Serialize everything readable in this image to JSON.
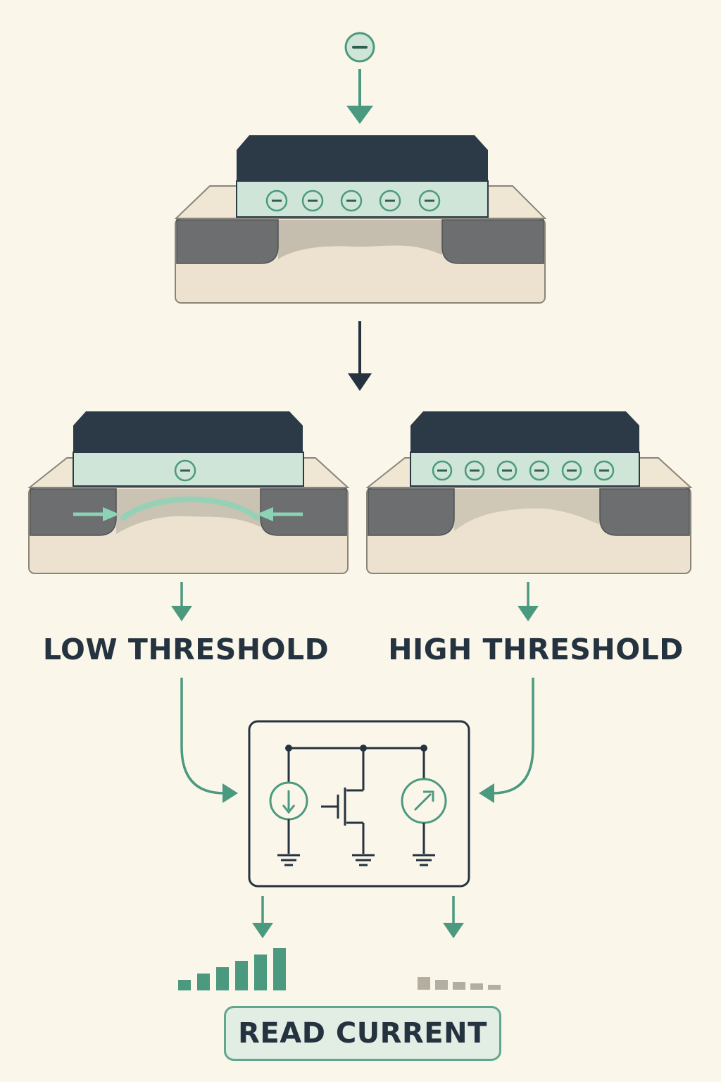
{
  "labels": {
    "low_threshold": "LOW THRESHOLD",
    "high_threshold": "HIGH THRESHOLD",
    "read_current": "READ CURRENT"
  },
  "icons": {
    "electron": "minus-circle-icon",
    "current_source": "current-source-icon",
    "meter": "ammeter-icon",
    "transistor": "transistor-icon",
    "ground": "ground-icon"
  },
  "read_current": {
    "low_threshold_level": [
      1,
      2,
      3,
      4,
      5,
      6
    ],
    "high_threshold_level": [
      1,
      1,
      1,
      1,
      1
    ]
  },
  "colors": {
    "background": "#fbf6ea",
    "accent": "#4b9a80",
    "dark": "#24333f",
    "gate": "#2b3a46",
    "charge_layer": "#cfe5d7",
    "substrate": "#ede2cf",
    "source_drain": "#6c6e70"
  }
}
